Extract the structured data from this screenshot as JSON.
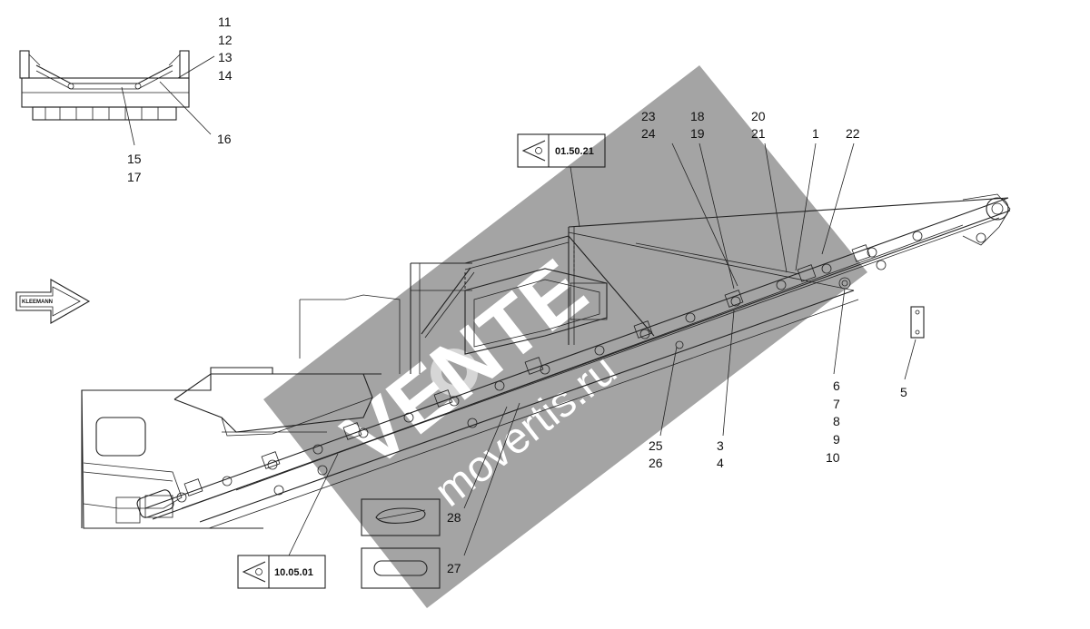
{
  "watermark": {
    "text": "VENTE",
    "subtext": "movertis.ru",
    "color": "#9a9a9a"
  },
  "reference_boxes": [
    {
      "code": "01.50.21",
      "icon": "eye-icon"
    },
    {
      "code": "10.05.01",
      "icon": "eye-icon"
    }
  ],
  "brand_plate": "KLEEMANN",
  "labels": {
    "l11": "11",
    "l12": "12",
    "l13": "13",
    "l14": "14",
    "l15": "15",
    "l16": "16",
    "l17": "17",
    "l23": "23",
    "l24": "24",
    "l18": "18",
    "l19": "19",
    "l20": "20",
    "l21": "21",
    "l1": "1",
    "l22": "22",
    "l6": "6",
    "l7": "7",
    "l8": "8",
    "l9": "9",
    "l10": "10",
    "l5": "5",
    "l25": "25",
    "l26": "26",
    "l3": "3",
    "l4": "4",
    "l28": "28",
    "l27": "27"
  }
}
